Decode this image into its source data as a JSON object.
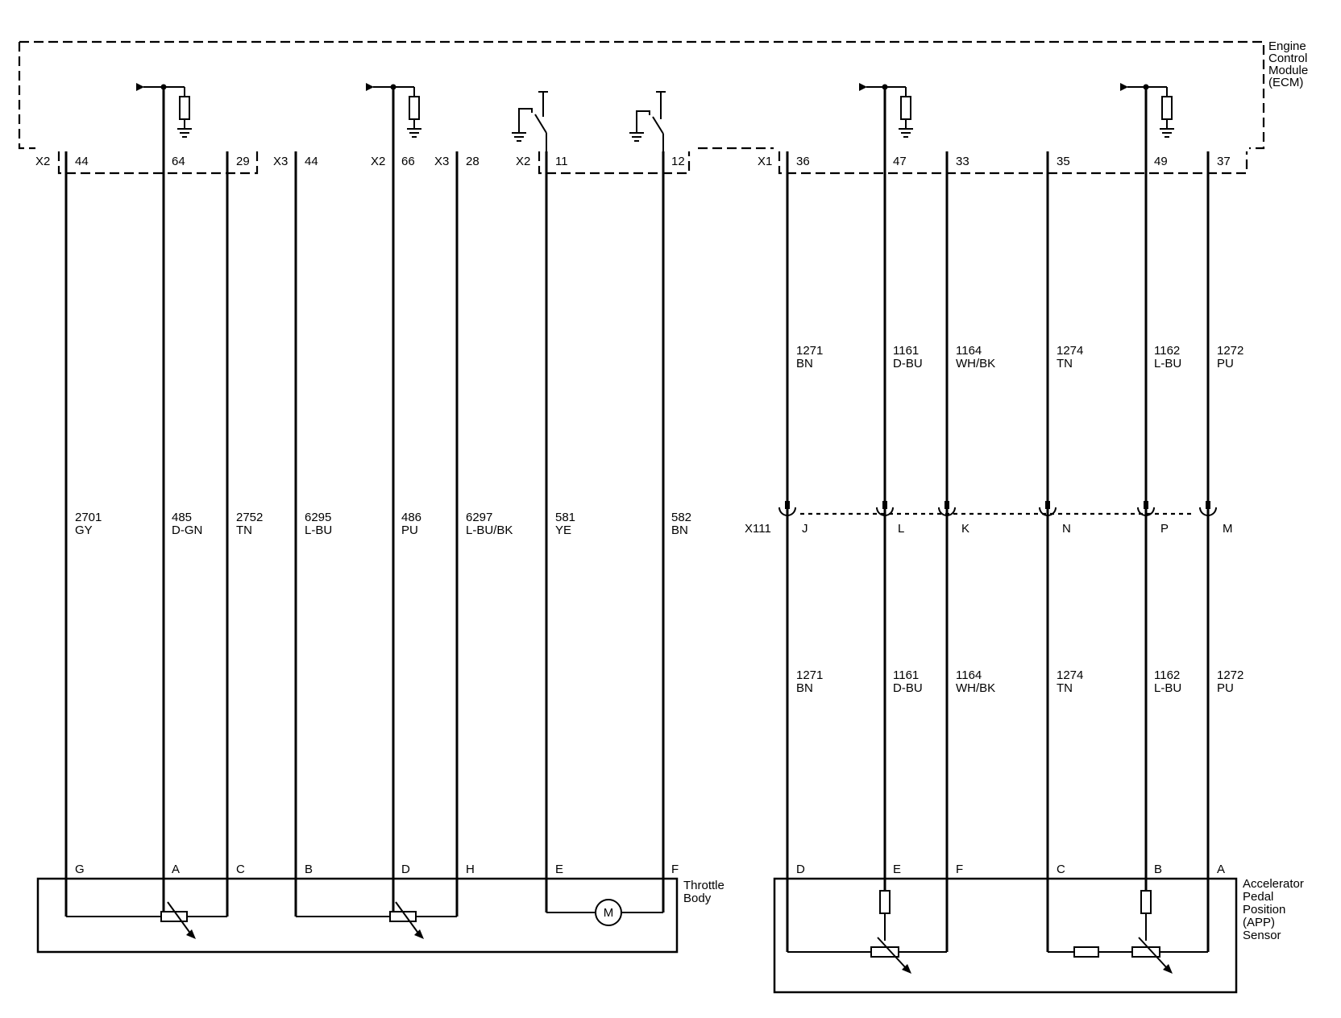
{
  "ecm": {
    "label_lines": [
      "Engine",
      "Control",
      "Module",
      "(ECM)"
    ]
  },
  "throttle_body": {
    "label_lines": [
      "Throttle",
      "Body"
    ],
    "motor_label": "M",
    "wires": [
      {
        "connector": "X2",
        "pin": "44",
        "circuit": "2701",
        "color": "GY",
        "end_pin": "G"
      },
      {
        "connector": "",
        "pin": "64",
        "circuit": "485",
        "color": "D-GN",
        "end_pin": "A"
      },
      {
        "connector": "",
        "pin": "29",
        "circuit": "2752",
        "color": "TN",
        "end_pin": "C"
      },
      {
        "connector": "X3",
        "pin": "44",
        "circuit": "6295",
        "color": "L-BU",
        "end_pin": "B"
      },
      {
        "connector": "X2",
        "pin": "66",
        "circuit": "486",
        "color": "PU",
        "end_pin": "D"
      },
      {
        "connector": "X3",
        "pin": "28",
        "circuit": "6297",
        "color": "L-BU/BK",
        "end_pin": "H"
      },
      {
        "connector": "X2",
        "pin": "11",
        "circuit": "581",
        "color": "YE",
        "end_pin": "E"
      },
      {
        "connector": "",
        "pin": "12",
        "circuit": "582",
        "color": "BN",
        "end_pin": "F"
      }
    ]
  },
  "app_sensor": {
    "label_lines": [
      "Accelerator",
      "Pedal",
      "Position",
      "(APP)",
      "Sensor"
    ],
    "inline_connector": "X111",
    "wires": [
      {
        "connector": "X1",
        "pin": "36",
        "circuit": "1271",
        "color": "BN",
        "inline_pin": "J",
        "end_pin": "D"
      },
      {
        "connector": "",
        "pin": "47",
        "circuit": "1161",
        "color": "D-BU",
        "inline_pin": "L",
        "end_pin": "E"
      },
      {
        "connector": "",
        "pin": "33",
        "circuit": "1164",
        "color": "WH/BK",
        "inline_pin": "K",
        "end_pin": "F"
      },
      {
        "connector": "",
        "pin": "35",
        "circuit": "1274",
        "color": "TN",
        "inline_pin": "N",
        "end_pin": "C"
      },
      {
        "connector": "",
        "pin": "49",
        "circuit": "1162",
        "color": "L-BU",
        "inline_pin": "P",
        "end_pin": "B"
      },
      {
        "connector": "",
        "pin": "37",
        "circuit": "1272",
        "color": "PU",
        "inline_pin": "M",
        "end_pin": "A"
      }
    ]
  }
}
